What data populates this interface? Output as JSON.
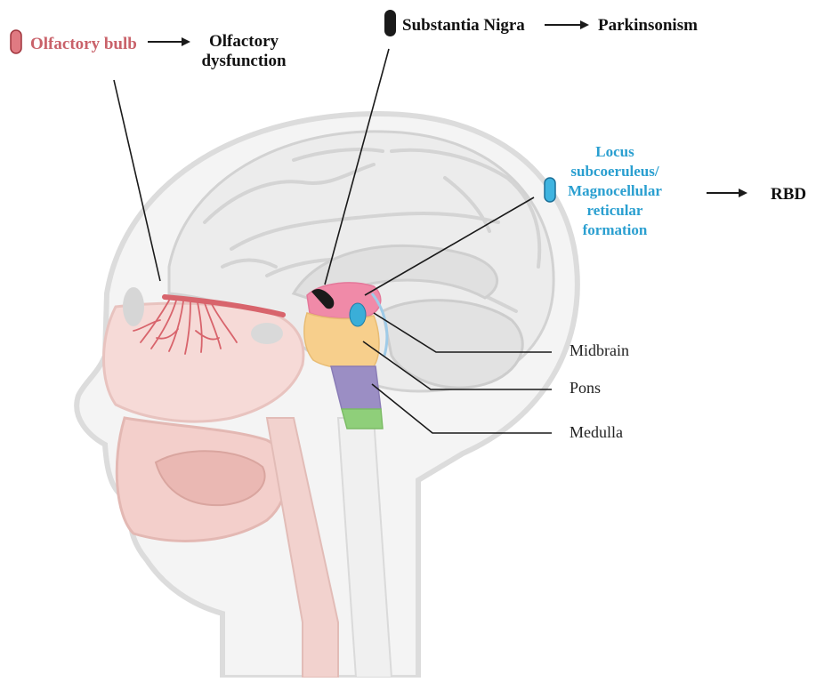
{
  "labels": {
    "olfactory_bulb": "Olfactory bulb",
    "olfactory_dysfunction_line1": "Olfactory",
    "olfactory_dysfunction_line2": "dysfunction",
    "substantia_nigra": "Substantia Nigra",
    "parkinsonism": "Parkinsonism",
    "locus_line1": "Locus",
    "locus_line2": "subcoeruleus/",
    "locus_line3": "Magnocellular",
    "locus_line4": "reticular",
    "locus_line5": "formation",
    "rbd": "RBD",
    "midbrain": "Midbrain",
    "pons": "Pons",
    "medulla": "Medulla"
  },
  "colors": {
    "olfactory": "#d8646c",
    "olfactory_text": "#c9626a",
    "nigra": "#1a1a1a",
    "locus": "#3aaed8",
    "locus_text": "#2a9fd0",
    "midbrain": "#f08aa8",
    "pons": "#f7cf8c",
    "medulla": "#9b8ec4",
    "cord": "#8fcf7a",
    "head_outline": "#d8d8d8",
    "brain": "#e6e6e6",
    "face_pink": "#f2c9c6"
  },
  "icons": [
    "olfactory-bulb-marker-icon",
    "substantia-nigra-marker-icon",
    "locus-marker-icon",
    "arrow-right-icon"
  ]
}
